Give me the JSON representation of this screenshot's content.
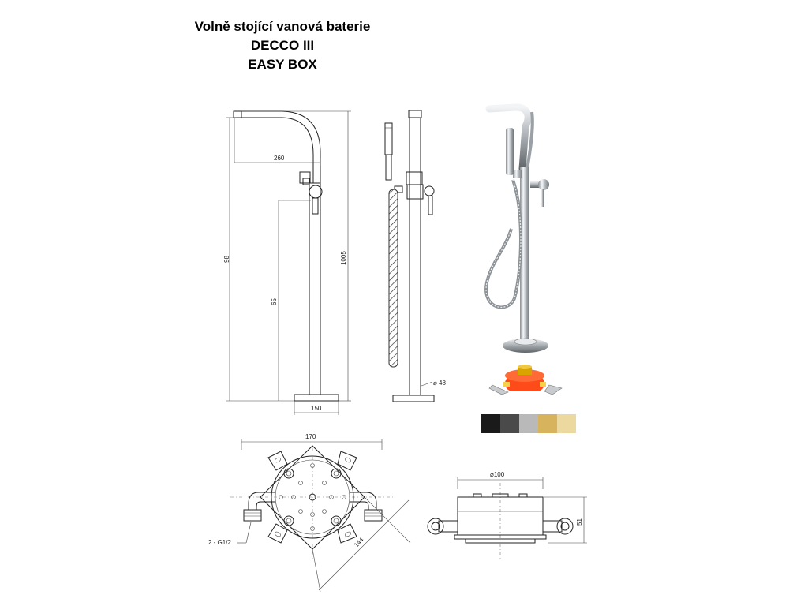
{
  "title": {
    "line1": "Volně stojící vanová baterie",
    "line2": "DECCO III",
    "line3": "EASY BOX"
  },
  "dimensions": {
    "side_view": {
      "reach": "260",
      "total_height": "98",
      "handle_height": "65",
      "spout_height": "1005",
      "base_width": "150"
    },
    "front_view": {
      "pipe_diameter": "⌀ 48"
    },
    "easybox_top": {
      "width": "170",
      "diagonal": "144",
      "connection": "2 - G1/2"
    },
    "easybox_side": {
      "diameter": "⌀100",
      "height": "51"
    }
  },
  "color_swatches": [
    {
      "name": "black",
      "hex": "#1a1a1a"
    },
    {
      "name": "dark-grey",
      "hex": "#4a4a4a"
    },
    {
      "name": "light-grey",
      "hex": "#b9b9b9"
    },
    {
      "name": "gold",
      "hex": "#d8b35e"
    },
    {
      "name": "light-gold",
      "hex": "#ecd9a0"
    }
  ],
  "colors": {
    "easybox_body": "#ff4a1a",
    "easybox_brass": "#d9a300",
    "chrome": "#cfd3d6"
  }
}
